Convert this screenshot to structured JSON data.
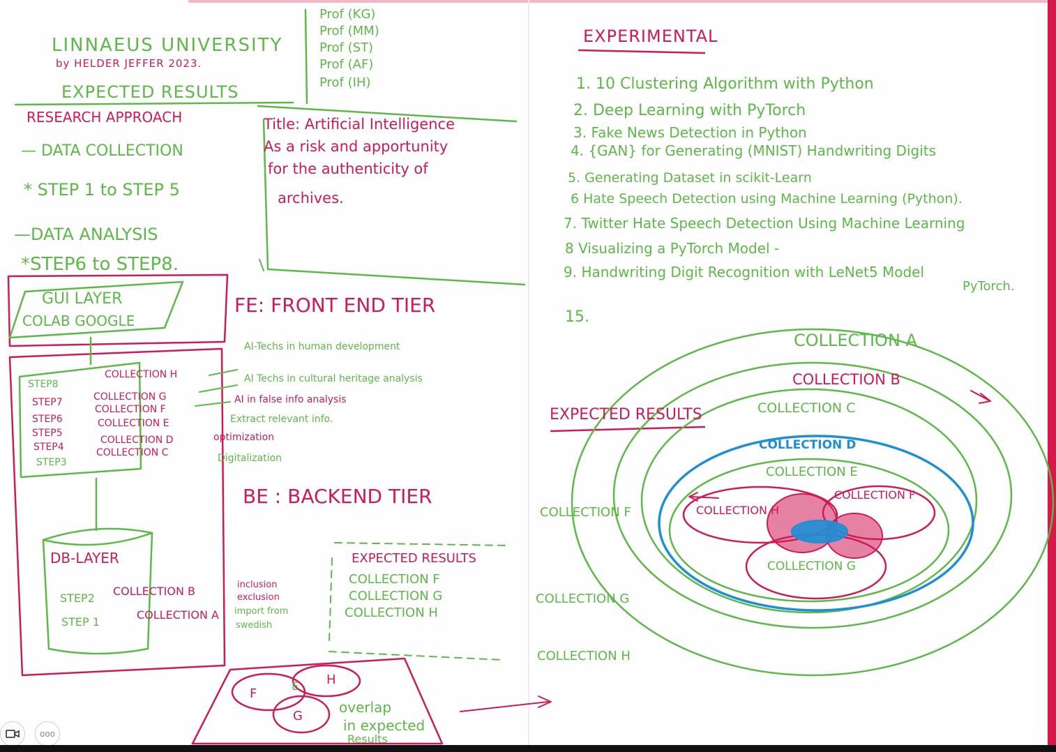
{
  "colors": {
    "green_ink": "#5cb947",
    "red_ink": "#d01a55",
    "blue_ink": "#1d8fd6",
    "paper": "#fefefe"
  },
  "left": {
    "university": "LINNAEUS UNIVERSITY",
    "byline": "by HELDER JEFFER 2023.",
    "expected_results_heading": "EXPECTED RESULTS",
    "professors": [
      "Prof (KG)",
      "Prof (MM)",
      "Prof (ST)",
      "Prof (AF)",
      "Prof (IH)"
    ],
    "research_approach": "RESEARCH APPROACH",
    "data_collection": "— DATA COLLECTION",
    "steps_1_5": "* STEP 1 to STEP 5",
    "data_analysis": "—DATA ANALYSIS",
    "steps_6_8": "*STEP6 to STEP8.",
    "title_lines": [
      "Title: Artificial Intelligence",
      "As a risk and apportunity",
      "for the authenticity of",
      "archives."
    ],
    "gui_layer": [
      "GUI LAYER",
      "COLAB GOOGLE"
    ],
    "fe_tier": "FE: FRONT END TIER",
    "be_tier": "BE : BACKEND TIER",
    "steps": [
      {
        "step": "STEP8",
        "collection": "COLLECTION H",
        "note": "AI-Techs in human development"
      },
      {
        "step": "STEP7",
        "collection": "COLLECTION G",
        "note": "AI Techs in cultural heritage analysis"
      },
      {
        "step": "STEP6",
        "collection": "COLLECTION F",
        "note": "AI in false info analysis"
      },
      {
        "step": "STEP5",
        "collection": "COLLECTION E",
        "note": "Extract relevant info."
      },
      {
        "step": "STEP4",
        "collection": "COLLECTION D",
        "note": "optimization"
      },
      {
        "step": "STEP3",
        "collection": "COLLECTION C",
        "note": "Digitalization"
      }
    ],
    "db_layer": "DB-LAYER",
    "db_steps": [
      {
        "step": "STEP2",
        "collection": "COLLECTION B",
        "notes": [
          "inclusion",
          "exclusion"
        ]
      },
      {
        "step": "STEP 1",
        "collection": "COLLECTION A",
        "notes": [
          "import from",
          "swedish"
        ]
      }
    ],
    "expected_box": {
      "heading": "EXPECTED RESULTS",
      "items": [
        "COLLECTION F",
        "COLLECTION G",
        "COLLECTION H"
      ]
    },
    "venn": {
      "labels": [
        "F",
        "E",
        "H",
        "G"
      ],
      "caption": [
        "overlap",
        "in expected",
        "Results"
      ]
    }
  },
  "right": {
    "heading": "EXPERIMENTAL",
    "experiments": [
      "1. 10 Clustering Algorithm with Python",
      "2. Deep Learning with PyTorch",
      "3. Fake News Detection in Python",
      "4. {GAN} for Generating (MNIST) Handwriting Digits",
      "5. Generating Dataset in scikit-Learn",
      "6 Hate Speech Detection using Machine Learning (Python).",
      "7. Twitter Hate Speech Detection Using Machine Learning",
      "8 Visualizing a PyTorch Model -",
      "9. Handwriting Digit Recognition with LeNet5 Model",
      "PyTorch.",
      "15."
    ],
    "expected_results": "EXPECTED RESULTS",
    "collections": {
      "a": "COLLECTION A",
      "b": "COLLECTION B",
      "c": "COLLECTION C",
      "d": "COLLECTION D",
      "e": "COLLECTION E",
      "f_inner": "COLLECTION F",
      "h_inner": "COLLECTION H",
      "g_inner": "COLLECTION G",
      "f_outer": "COLLECTION F",
      "g_outer": "COLLECTION G",
      "h_outer": "COLLECTION H"
    }
  },
  "controls": {
    "video_icon": "video-camera-icon",
    "more_icon": "more-dots-icon",
    "more_label": "ooo"
  }
}
